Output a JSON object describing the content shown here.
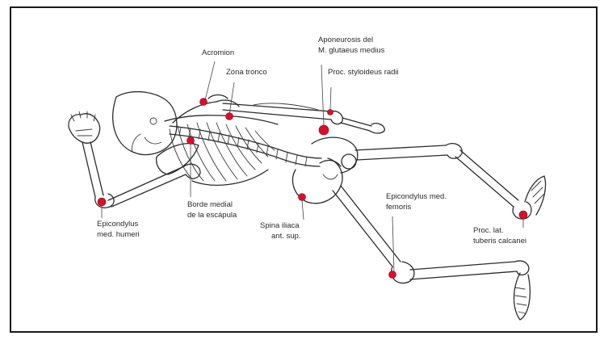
{
  "colors": {
    "marker": "#d8102c",
    "line": "#2b2b2b",
    "frame": "#1a1a1a"
  },
  "labels": {
    "acromion": "Acromion",
    "zona_tronco": "Zona tronco",
    "aponeurosis_1": "Aponeurosis del",
    "aponeurosis_2": "M. glutaeus medius",
    "proc_styloideus": "Proc. styloideus radii",
    "borde_medial_1": "Borde medial",
    "borde_medial_2": "de la escápula",
    "epicondylus_humeri_1": "Epicondylus",
    "epicondylus_humeri_2": "med. humeri",
    "spina_iliaca_1": "Spina iliaca",
    "spina_iliaca_2": "ant. sup.",
    "epicondylus_femoris_1": "Epicondylus med.",
    "epicondylus_femoris_2": "femoris",
    "proc_tuberis_1": "Proc. lat.",
    "proc_tuberis_2": "tuberis calcanei"
  }
}
